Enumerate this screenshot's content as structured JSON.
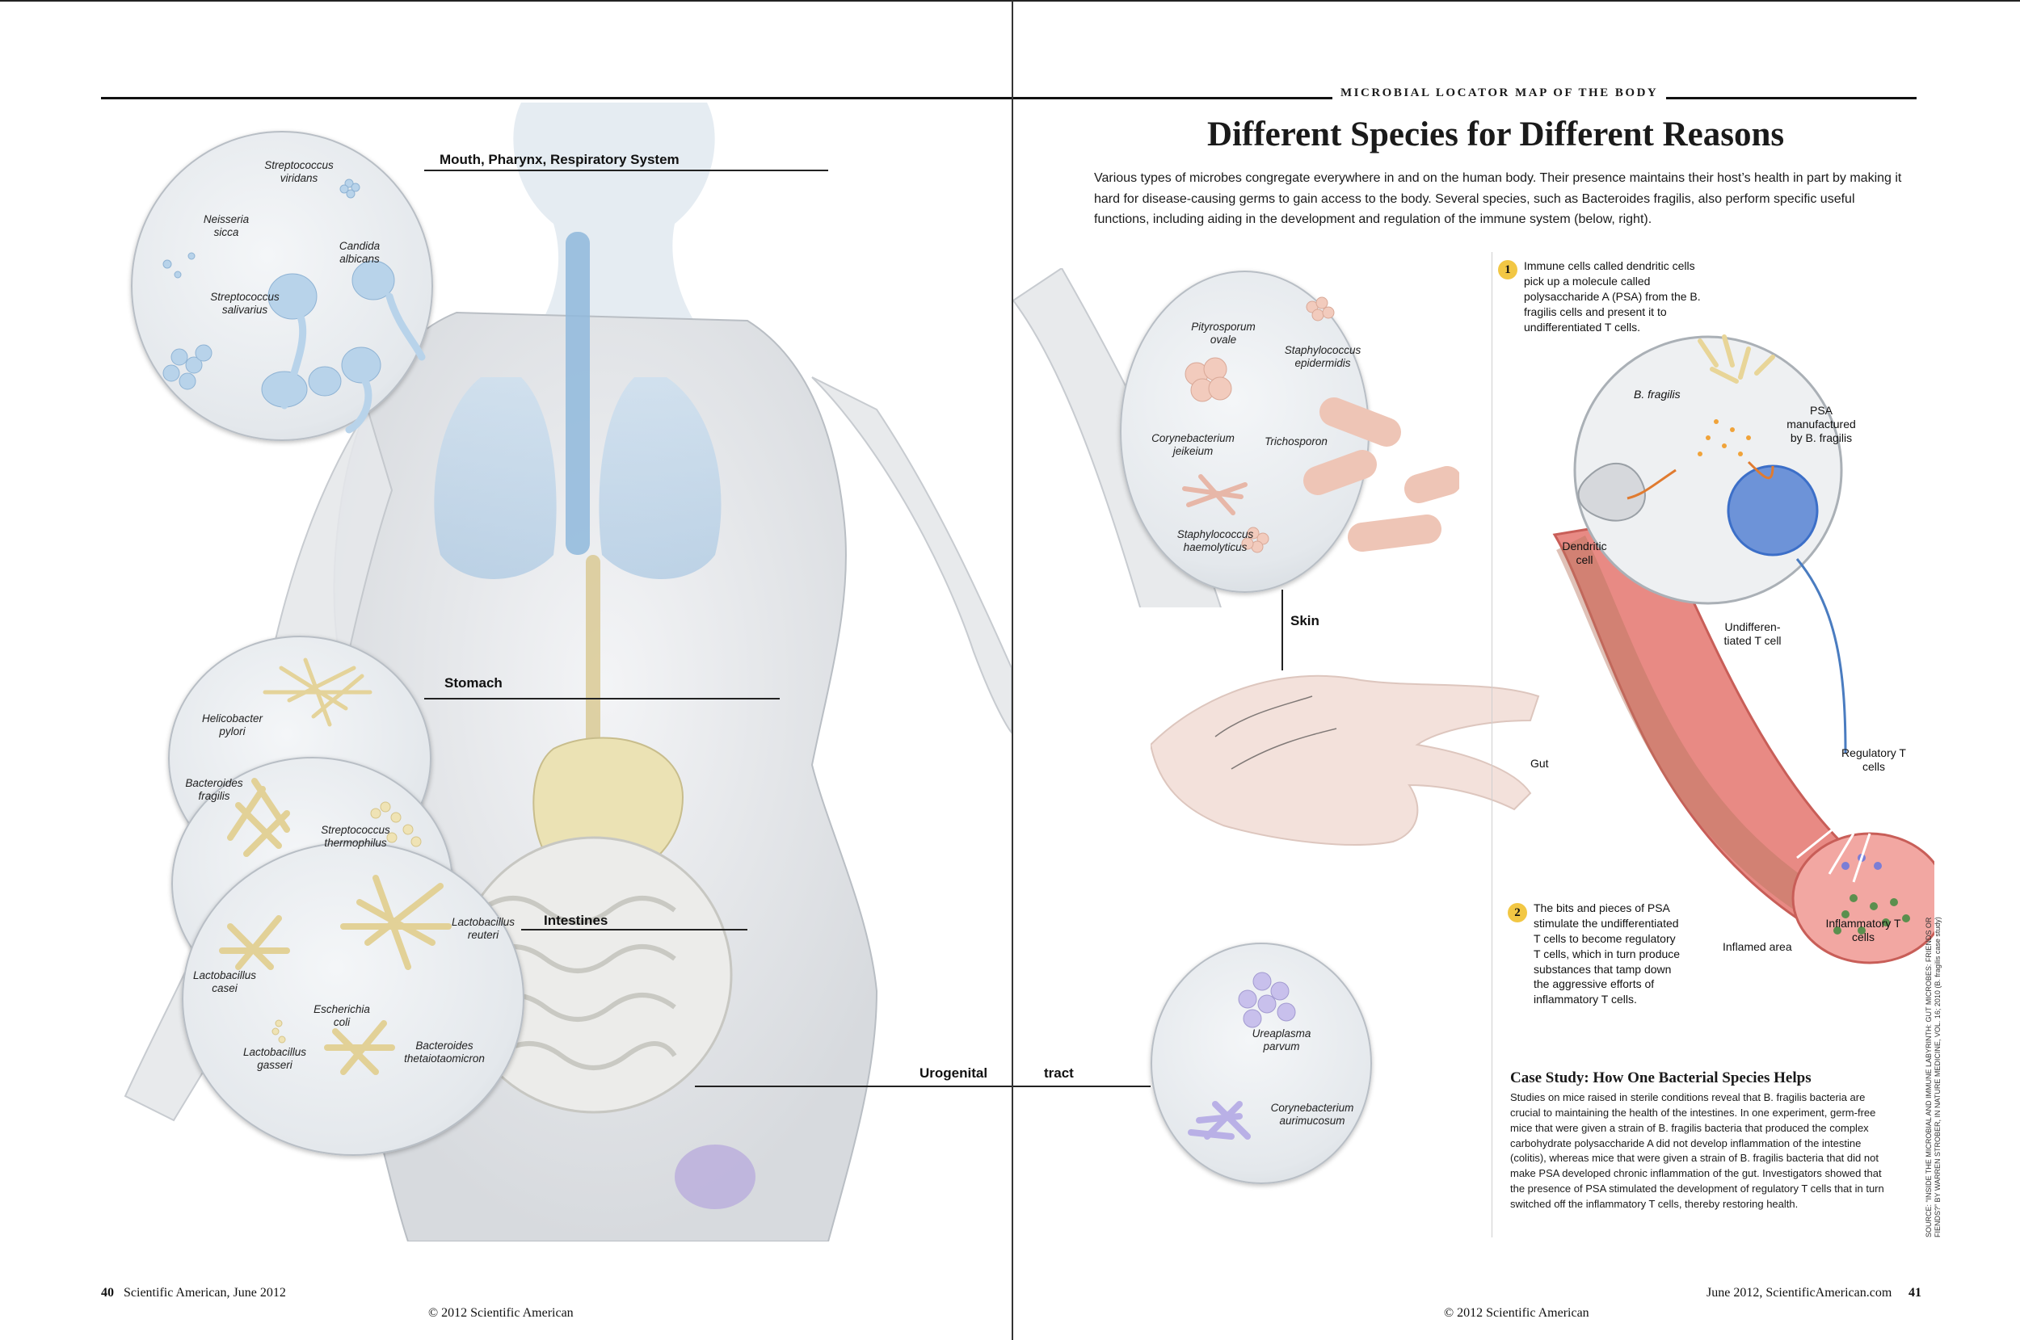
{
  "header": {
    "kicker": "MICROBIAL LOCATOR MAP OF THE BODY",
    "title": "Different Species for Different Reasons",
    "intro": "Various types of microbes congregate everywhere in and on the human body. Their presence maintains their host’s health in part by making it hard for disease-causing germs to gain access to the body. Several species, such as Bacteroides fragilis, also perform specific useful functions, including aiding in the development and regulation of the immune system (below, right)."
  },
  "regions": {
    "mouth": "Mouth, Pharynx, Respiratory System",
    "stomach": "Stomach",
    "intestines": "Intestines",
    "urogenital_1": "Urogenital",
    "urogenital_2": "tract",
    "skin": "Skin"
  },
  "mouth_species": [
    "Streptococcus viridans",
    "Neisseria sicca",
    "Candida albicans",
    "Streptococcus salivarius"
  ],
  "stomach_species": [
    "Helicobacter pylori"
  ],
  "intestine_species": [
    "Bacteroides fragilis",
    "Streptococcus thermophilus",
    "Lactobacillus reuteri",
    "Lactobacillus casei",
    "Escherichia coli",
    "Lactobacillus gasseri",
    "Bacteroides thetaiotaomicron"
  ],
  "skin_species": [
    "Pityrosporum ovale",
    "Staphylococcus epidermidis",
    "Corynebacterium jeikeium",
    "Trichosporon",
    "Staphylococcus haemolyticus"
  ],
  "urogenital_species": [
    "Ureaplasma parvum",
    "Corynebacterium aurimucosum"
  ],
  "immune_figure": {
    "step1_num": "1",
    "step1": "Immune cells called dendritic cells pick up a molecule called polysaccharide A (PSA) from the B. fragilis cells and present it to undifferentiated T cells.",
    "step2_num": "2",
    "step2": "The bits and pieces of PSA stimulate the undifferentiated T cells to become regulatory T cells, which in turn produce substances that tamp down the aggressive efforts of inflammatory T cells.",
    "labels": {
      "bfragilis": "B. fragilis",
      "psa": "PSA manufactured by B. fragilis",
      "dendritic": "Dendritic cell",
      "undiff": "Undifferen-tiated T cell",
      "gut": "Gut",
      "regulatory": "Regulatory T cells",
      "inflammatory": "Inflammatory T cells",
      "inflamed": "Inflamed area"
    }
  },
  "case_study": {
    "title": "Case Study: How One Bacterial Species Helps",
    "body": "Studies on mice raised in sterile conditions reveal that B. fragilis bacteria are crucial to maintaining the health of the intestines. In one experiment, germ-free mice that were given a strain of B. fragilis bacteria that produced the complex carbohydrate polysaccharide A did not develop inflammation of the intestine (colitis), whereas mice that were given a strain of B. fragilis bacteria that did not make PSA developed chronic inflammation of the gut. Investigators showed that the presence of PSA stimulated the development of regulatory T cells that in turn switched off the inflammatory T cells, thereby restoring health."
  },
  "source": "SOURCE: “INSIDE THE MICROBIAL AND IMMUNE LABYRINTH: GUT MICROBES: FRIENDS OR FIENDS?” BY WARREN STROBER, IN NATURE MEDICINE, VOL. 16; 2010 (B. fragilis case study)",
  "footer": {
    "left_page_num": "40",
    "left_text": "Scientific American, June 2012",
    "right_text": "June 2012, ScientificAmerican.com",
    "right_page_num": "41",
    "copyright": "© 2012 Scientific American"
  },
  "colors": {
    "lung_blue": "#9ec3de",
    "organ_cream": "#e9e0b8",
    "badge_yellow": "#f2c744",
    "gut_red": "#e06a6a",
    "tcell_blue": "#3c6fc8"
  }
}
